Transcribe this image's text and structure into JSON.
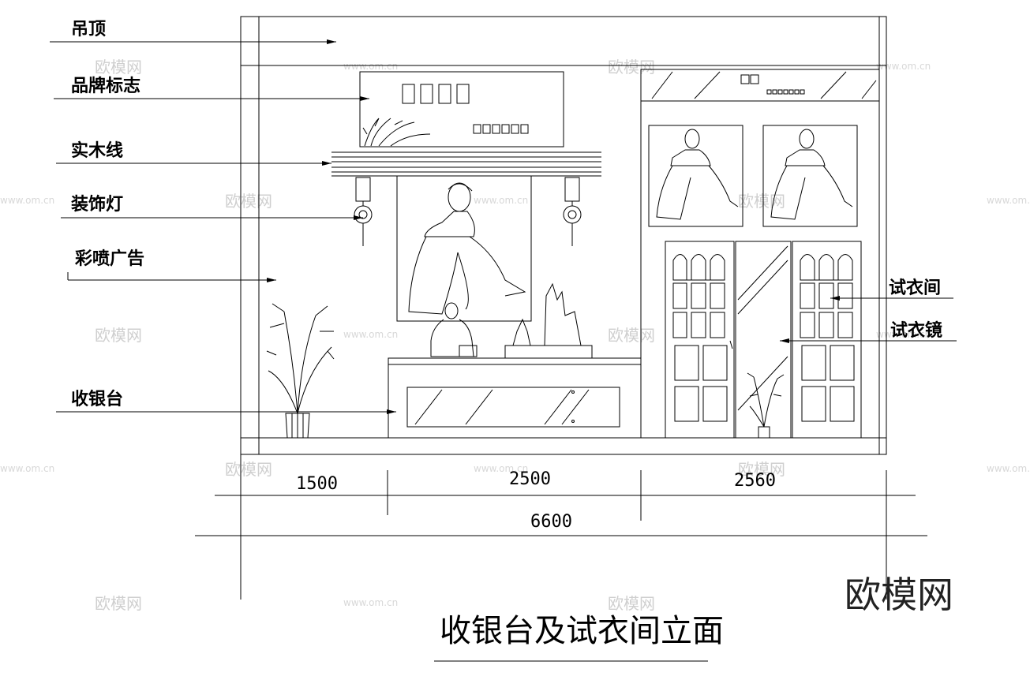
{
  "labels": {
    "ceiling": "吊顶",
    "brand_logo": "品牌标志",
    "wood_molding": "实木线",
    "decor_lamp": "装饰灯",
    "inkjet_ad": "彩喷广告",
    "cashier_counter": "收银台",
    "fitting_room": "试衣间",
    "fitting_mirror": "试衣镜"
  },
  "dimensions": {
    "seg1": "1500",
    "seg2": "2500",
    "seg3": "2560",
    "total": "6600"
  },
  "title": "收银台及试衣间立面",
  "watermark": {
    "brand": "欧模网",
    "site": "www.om.cn"
  },
  "colors": {
    "line": "#000000",
    "watermark": "#cfcfcf"
  }
}
